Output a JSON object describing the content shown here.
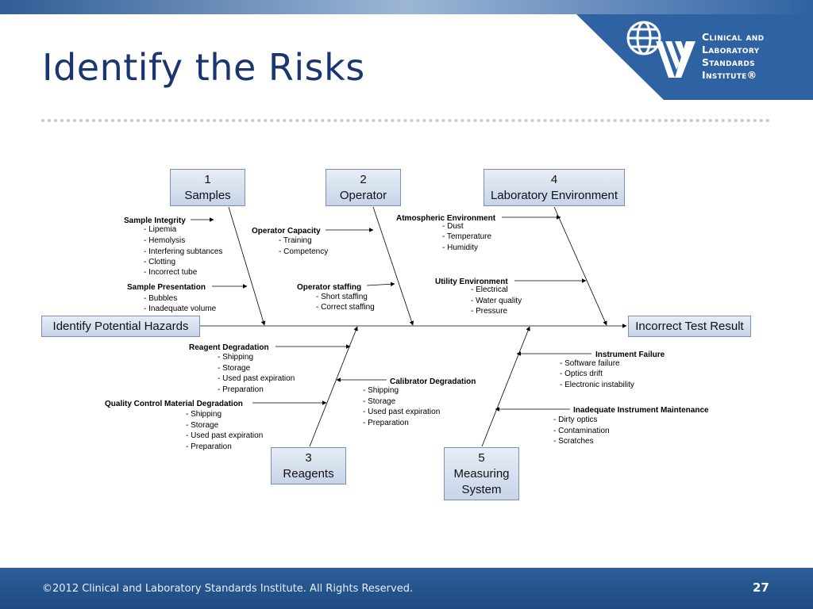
{
  "slide": {
    "title": "Identify the Risks",
    "page_number": "27",
    "copyright": "©2012 Clinical and Laboratory Standards Institute. All Rights Reserved."
  },
  "logo": {
    "lines": [
      "Clinical and",
      "Laboratory",
      "Standards",
      "Institute®"
    ]
  },
  "colors": {
    "brand_blue": "#2f62a3",
    "title_blue": "#1a3570",
    "box_border": "#7b8fb2"
  },
  "diagram": {
    "source": "Identify Potential Hazards",
    "effect": "Incorrect Test Result",
    "categories": [
      {
        "number": "1",
        "label": "Samples"
      },
      {
        "number": "2",
        "label": "Operator"
      },
      {
        "number": "3",
        "label": "Reagents"
      },
      {
        "number": "4",
        "label": "Laboratory Environment"
      },
      {
        "number": "5",
        "label": "Measuring System"
      }
    ],
    "causes": [
      {
        "title": "Sample Integrity",
        "items": [
          "- Lipemia",
          "- Hemolysis",
          "- Interfering subtances",
          "- Clotting",
          "- Incorrect tube"
        ]
      },
      {
        "title": "Sample Presentation",
        "items": [
          "- Bubbles",
          "- Inadequate volume"
        ]
      },
      {
        "title": "Operator Capacity",
        "items": [
          "- Training",
          "- Competency"
        ]
      },
      {
        "title": "Operator staffing",
        "items": [
          "- Short staffing",
          "- Correct staffing"
        ]
      },
      {
        "title": "Atmospheric Environment",
        "items": [
          "- Dust",
          "- Temperature",
          "- Humidity"
        ]
      },
      {
        "title": "Utility Environment",
        "items": [
          "- Electrical",
          "- Water quality",
          "- Pressure"
        ]
      },
      {
        "title": "Reagent Degradation",
        "items": [
          "- Shipping",
          "- Storage",
          "- Used past expiration",
          "- Preparation"
        ]
      },
      {
        "title": "Quality Control Material Degradation",
        "items": [
          "- Shipping",
          "- Storage",
          "- Used past expiration",
          "- Preparation"
        ]
      },
      {
        "title": "Calibrator Degradation",
        "items": [
          "- Shipping",
          "- Storage",
          "- Used past expiration",
          "- Preparation"
        ]
      },
      {
        "title": "Instrument Failure",
        "items": [
          "- Software failure",
          "- Optics drift",
          "- Electronic instability"
        ]
      },
      {
        "title": "Inadequate Instrument Maintenance",
        "items": [
          "- Dirty optics",
          "- Contamination",
          "- Scratches"
        ]
      }
    ]
  }
}
